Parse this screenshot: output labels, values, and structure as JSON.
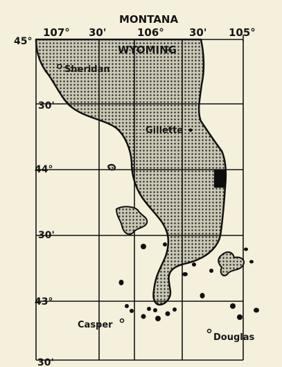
{
  "map": {
    "state_north": "MONTANA",
    "state_main": "WYOMING",
    "longitudes": {
      "corner": "45°",
      "w107": "107°",
      "w106_30": "30'",
      "w106": "106°",
      "w105_30": "30'",
      "w105": "105°"
    },
    "latitudes": {
      "n44_30": "30'",
      "n44": "44°",
      "n43_30": "30'",
      "n43": "43°",
      "n42_30": "30'"
    },
    "cities": {
      "sheridan": "Sheridan",
      "gillette": "Gillette",
      "casper": "Casper",
      "douglas": "Douglas"
    },
    "colors": {
      "background": "#f4f0dc",
      "ink": "#151515",
      "basin_fill": "#c9c6b4"
    }
  }
}
